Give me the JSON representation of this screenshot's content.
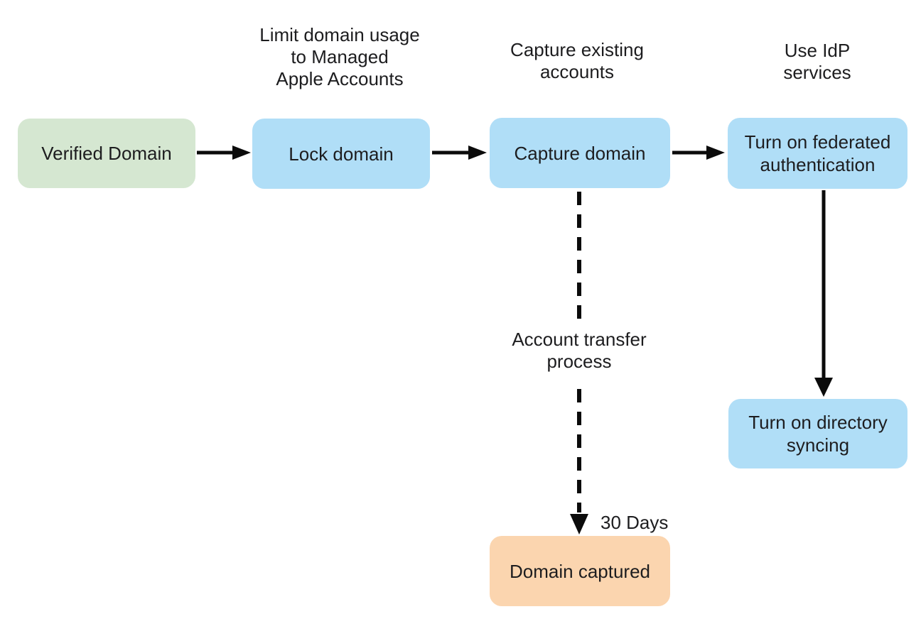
{
  "colors": {
    "node_green": "#d5e7d1",
    "node_blue": "#b0def7",
    "node_orange": "#fbd5af",
    "arrow": "#0b0b0b",
    "text": "#1d1d1f",
    "background": "#ffffff"
  },
  "nodes": {
    "verified_domain": {
      "label": "Verified Domain",
      "fill": "node_green"
    },
    "lock_domain": {
      "label": "Lock domain",
      "fill": "node_blue"
    },
    "capture_domain": {
      "label": "Capture domain",
      "fill": "node_blue"
    },
    "federated_auth": {
      "label": "Turn on federated\nauthentication",
      "fill": "node_blue"
    },
    "directory_syncing": {
      "label": "Turn on directory\nsyncing",
      "fill": "node_blue"
    },
    "domain_captured": {
      "label": "Domain captured",
      "fill": "node_orange"
    }
  },
  "annotations": {
    "limit_usage": "Limit domain usage\nto Managed\nApple Accounts",
    "capture_existing": "Capture existing\naccounts",
    "use_idp": "Use IdP\nservices",
    "account_transfer": "Account transfer\nprocess",
    "thirty_days": "30 Days"
  }
}
